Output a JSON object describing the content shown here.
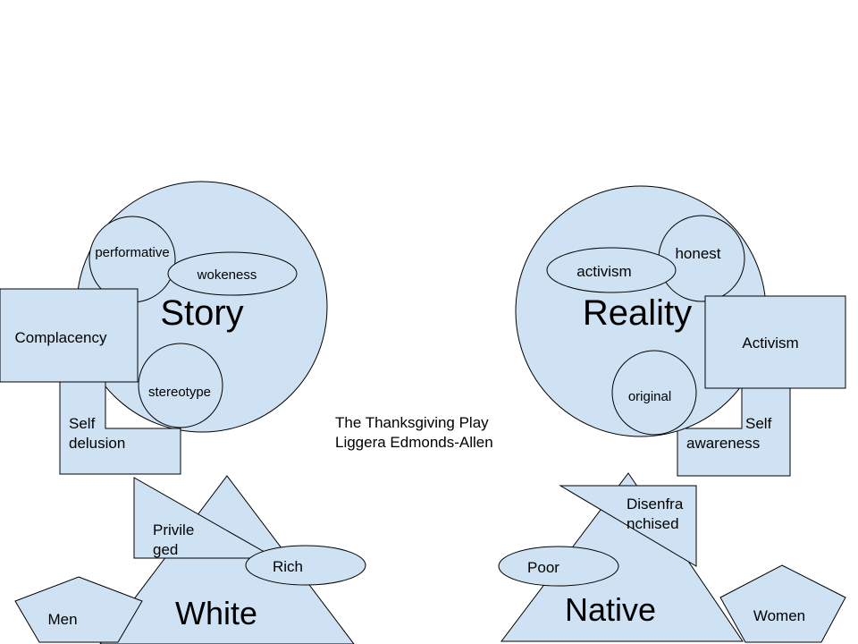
{
  "colors": {
    "shape_fill": "#cfe2f3",
    "outline": "#000000",
    "background": "#ffffff"
  },
  "caption": {
    "line1": "The Thanksgiving Play",
    "line2": "Liggera Edmonds-Allen"
  },
  "left": {
    "circle_label": "Story",
    "performative": "performative",
    "wokeness": "wokeness",
    "complacency": "Complacency",
    "stereotype": "stereotype",
    "self_delusion_1": "Self",
    "self_delusion_2": "delusion",
    "privileged_1": "Privile",
    "privileged_2": "ged",
    "rich": "Rich",
    "white": "White",
    "men": "Men"
  },
  "right": {
    "circle_label": "Reality",
    "activism_oval": "activism",
    "honest": "honest",
    "activism_box": "Activism",
    "original": "original",
    "self_awareness_1": "Self",
    "self_awareness_2": "awareness",
    "disenfranchised_1": "Disenfra",
    "disenfranchised_2": "nchised",
    "poor": "Poor",
    "native": "Native",
    "women": "Women"
  }
}
